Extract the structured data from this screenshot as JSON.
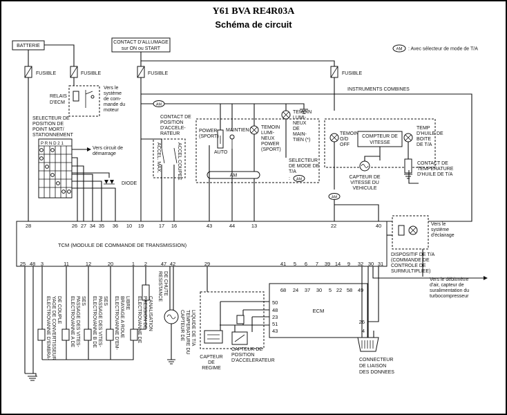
{
  "title": "Y61 BVA   RE4R03A",
  "subtitle": "Schéma de circuit",
  "legend": {
    "badge": "AM",
    "text": ": Avec sélecteur de mode de T/A"
  },
  "top_labels": {
    "batterie": "BATTERIE",
    "contact_l1": "CONTACT D'ALLUMAGE",
    "contact_l2": "sur ON ou START",
    "fusible1": "FUSIBLE",
    "fusible2": "FUSIBLE",
    "fusible3": "FUSIBLE",
    "fusible4": "FUSIBLE",
    "instruments": "INSTRUMENTS COMBINES"
  },
  "relay": {
    "label": [
      "RELAIS",
      "D'ECM"
    ],
    "note": [
      "Vers le",
      "système",
      "de com-",
      "mande du",
      "moteur"
    ]
  },
  "selector": {
    "label": [
      "SELECTEUR DE",
      "POSITION DE",
      "POINT MORT/",
      "STATIONNEMENT"
    ],
    "header": "P R N D 2 1",
    "start": "Vers circuit de",
    "start2": "démarrage",
    "diode": "DIODE"
  },
  "accel": {
    "label": [
      "CONTACT DE",
      "POSITION",
      "D'ACCELE-",
      "RATEUR"
    ],
    "max": "ACCEL. MAX.",
    "coupe": "ACCEL COUPEE"
  },
  "mode_sel": {
    "power": [
      "POWER",
      "(SPORT)"
    ],
    "auto": "AUTO",
    "maintien": "MAINTIEN",
    "temoin_power": [
      "TEMOIN",
      "LUMI-",
      "NEUX",
      "POWER",
      "(SPORT)"
    ],
    "temoin_maint": [
      "TEMOIN",
      "LUMI-",
      "NEUX",
      "DE",
      "MAIN-",
      "TIEN (*)"
    ],
    "selecteur": [
      "SELECTEUR",
      "DE MODE DE",
      "T/A"
    ],
    "am": "AM",
    "am_badge": "AM"
  },
  "instruments": {
    "temoin_od": [
      "TEMOIN",
      "O/D",
      "OFF"
    ],
    "compteur": [
      "COMPTEUR DE",
      "VITESSE"
    ],
    "temp_huile": [
      "TEMP",
      "D'HUILE DE",
      "BOITE",
      "DE T/A"
    ],
    "capteur_vitesse": [
      "CAPTEUR DE",
      "VITESSE DU",
      "VEHICULE"
    ],
    "contact_temp": [
      "CONTACT DE",
      "TEMPERATURE",
      "D'HUILE DE T/A"
    ],
    "am_badge": "AM"
  },
  "tcm": {
    "label": "TCM (MODULE DE COMMANDE DE TRANSMISSION)",
    "top_pins": [
      "28",
      "26",
      "27",
      "34",
      "35",
      "36",
      "10",
      "19",
      "17",
      "16",
      "43",
      "44",
      "13",
      "22",
      "40"
    ],
    "bottom_pins": [
      "25",
      "48",
      "3",
      "11",
      "12",
      "20",
      "1",
      "2",
      "47",
      "42",
      "29",
      "41",
      "5",
      "6",
      "7",
      "39",
      "14",
      "9",
      "32",
      "30",
      "31"
    ]
  },
  "right_block": {
    "eclairage": [
      "Vers le",
      "système",
      "d'éclairage"
    ],
    "dispositif": [
      "DISPOSITIF DE T/A",
      "(COMMANDE DE",
      "CONTROLE DE",
      "SURMULTIPLIEE)"
    ],
    "debit": [
      "Vers le débitmètre",
      "d'air, capteur de",
      "suralimentation du",
      "turbocompresseur"
    ]
  },
  "ecm": {
    "label": "ECM",
    "top_pins": [
      "68",
      "24",
      "37",
      "30",
      "5",
      "22",
      "58",
      "49"
    ],
    "left_pins": [
      "50",
      "48",
      "23",
      "51",
      "43"
    ],
    "right_pins": [
      "26",
      "4"
    ]
  },
  "bottom_labels": {
    "ev_embray": [
      "ELECTROVANNE D'EMBRA-",
      "YAGE DE CONVERTISSEUR",
      "DE COUPLE"
    ],
    "ev_a": [
      "ELECTROVANNE A DE",
      "PASSAGE DES VITES-",
      "SES"
    ],
    "ev_b": [
      "ELECTROVANNE B DE",
      "PASSAGE DES VITES-",
      "SES"
    ],
    "ev_roue": [
      "ELECTROVANNE D'EM-",
      "BRAYAGE A ROUE",
      "LIBRE"
    ],
    "ev_pression": [
      "ELECTROVANNE DE",
      "PRESSION DE",
      "CANALISATION"
    ],
    "resistance": [
      "RESISTANCE",
      "DE CHUTE"
    ],
    "capteur_temp": [
      "CAPTEUR DE",
      "TEMPERATURE DU",
      "LIQUIDE DE T/A"
    ],
    "capteur_regime": [
      "CAPTEUR",
      "DE",
      "REGIME"
    ],
    "capteur_accel": [
      "CAPTEUR DE",
      "POSITION",
      "D'ACCELERATEUR"
    ],
    "connecteur": [
      "CONNECTEUR",
      "DE LIAISON",
      "DES DONNEES"
    ]
  }
}
